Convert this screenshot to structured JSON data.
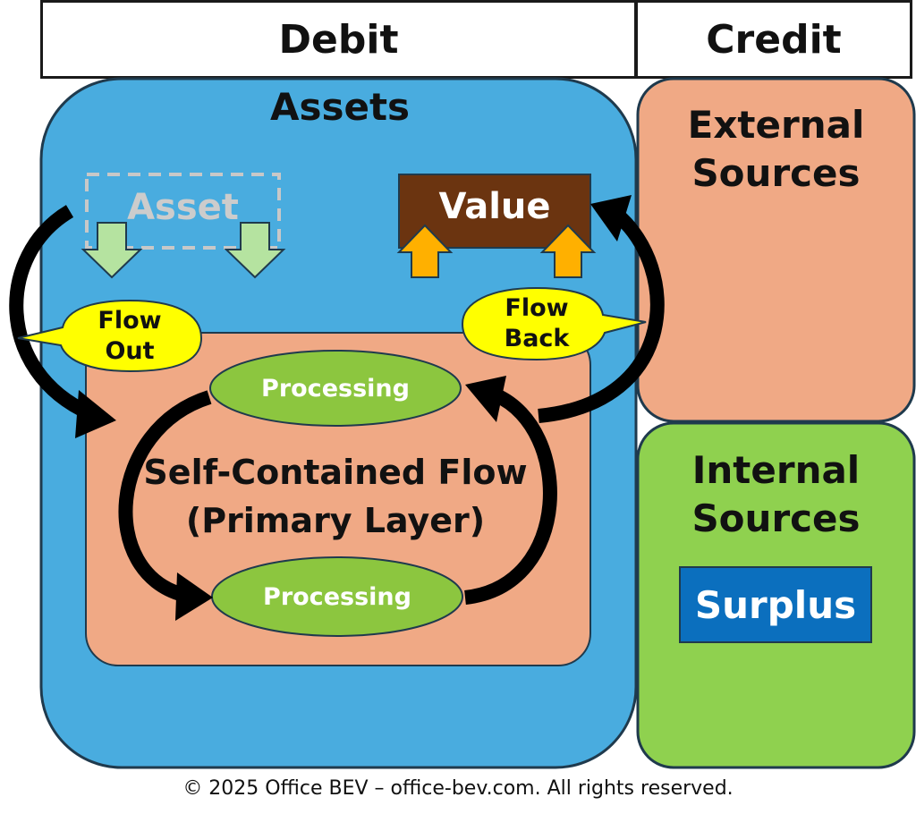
{
  "header": {
    "debit_label": "Debit",
    "credit_label": "Credit"
  },
  "assets": {
    "title": "Assets",
    "asset_label": "Asset",
    "value_label": "Value"
  },
  "flows": {
    "flow_out_line1": "Flow",
    "flow_out_line2": "Out",
    "flow_back_line1": "Flow",
    "flow_back_line2": "Back"
  },
  "primary_layer": {
    "processing_top": "Processing",
    "processing_bottom": "Processing",
    "title_line1": "Self-Contained Flow",
    "title_line2": "(Primary Layer)"
  },
  "credit": {
    "external_line1": "External",
    "external_line2": "Sources",
    "internal_line1": "Internal",
    "internal_line2": "Sources",
    "surplus_label": "Surplus"
  },
  "footer": {
    "copyright": "© 2025 Office BEV – office-bev.com. All rights reserved."
  },
  "colors": {
    "assets_blue": "#49acdf",
    "salmon": "#f0a985",
    "green": "#8fd14f",
    "processing_green": "#8cc63f",
    "value_brown": "#6b3410",
    "surplus_blue": "#0b6fbe",
    "callout_yellow": "#ffff00",
    "arrow_orange": "#ffb000",
    "arrow_light_green": "#b5e3a0"
  },
  "icons": {
    "flow_arrow": "curved-arrow-icon",
    "down_arrow": "block-arrow-down-icon",
    "up_arrow": "block-arrow-up-icon"
  }
}
